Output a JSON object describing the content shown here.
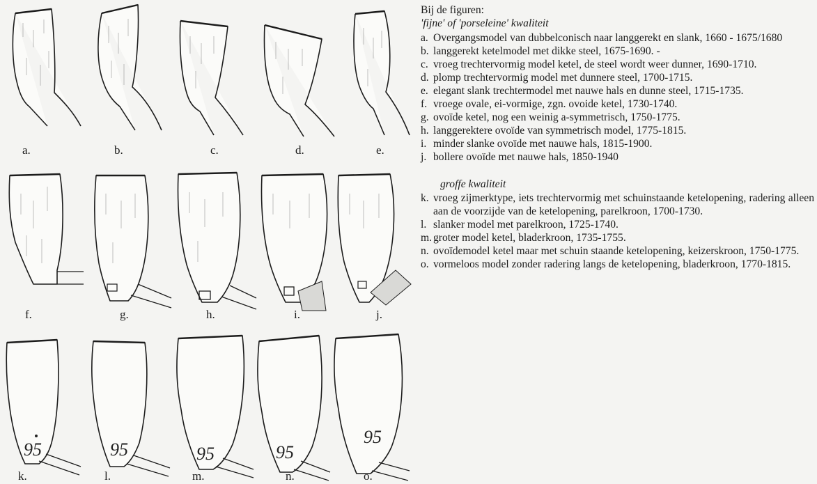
{
  "legend": {
    "title": "Bij de figuren:",
    "fine_heading": "'fijne' of 'porseleine' kwaliteit",
    "fine_items": [
      {
        "letter": "a.",
        "text": "Overgangsmodel van dubbelconisch naar langgerekt en slank, 1660 - 1675/1680"
      },
      {
        "letter": "b.",
        "text": "langgerekt ketelmodel met dikke steel, 1675-1690. -"
      },
      {
        "letter": "c.",
        "text": "vroeg trechtervormig model ketel, de steel wordt weer dunner, 1690-1710."
      },
      {
        "letter": "d.",
        "text": "plomp trechtervormig model met dunnere steel, 1700-1715."
      },
      {
        "letter": "e.",
        "text": "elegant slank trechtermodel met nauwe hals en dunne steel, 1715-1735."
      },
      {
        "letter": "f.",
        "text": "vroege ovale, ei-vormige, zgn. ovoide ketel, 1730-1740."
      },
      {
        "letter": "g.",
        "text": "ovoïde ketel, nog een weinig a-symmetrisch, 1750-1775."
      },
      {
        "letter": "h.",
        "text": "langgerektere ovoïde van symmetrisch model, 1775-1815."
      },
      {
        "letter": "i.",
        "text": "minder slanke ovoïde met nauwe hals, 1815-1900."
      },
      {
        "letter": "j.",
        "text": "bollere ovoïde met nauwe hals, 1850-1940"
      }
    ],
    "coarse_heading": "groffe kwaliteit",
    "coarse_items": [
      {
        "letter": "k.",
        "text": "vroeg zijmerktype, iets trechtervormig met schuinstaande ketelopening, radering alleen aan de voorzijde van de ketelopening, parelkroon, 1700-1730."
      },
      {
        "letter": "l.",
        "text": "slanker model met parelkroon, 1725-1740."
      },
      {
        "letter": "m.",
        "text": "groter model ketel, bladerkroon, 1735-1755."
      },
      {
        "letter": "n.",
        "text": "ovoïdemodel ketel maar met schuin staande ketelopening, keizerskroon, 1750-1775."
      },
      {
        "letter": "o.",
        "text": "vormeloos model zonder radering langs de ketelopening, bladerkroon, 1770-1815."
      }
    ]
  },
  "figures": {
    "labels": [
      "a.",
      "b.",
      "c.",
      "d.",
      "e.",
      "f.",
      "g.",
      "h.",
      "i.",
      "j.",
      "k.",
      "l.",
      "m.",
      "n.",
      "o."
    ],
    "mark_text": "95"
  }
}
